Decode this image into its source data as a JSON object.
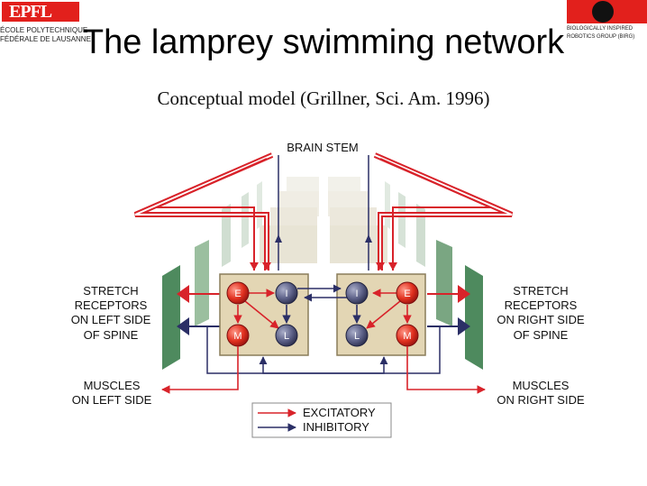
{
  "logos": {
    "left_mark": "EPFL",
    "left_line1": "ÉCOLE POLYTECHNIQUE",
    "left_line2": "FÉDÉRALE DE LAUSANNE",
    "right_line1": "BIOLOGICALLY INSPIRED",
    "right_line2": "ROBOTICS GROUP (BIRG)"
  },
  "title": "The lamprey swimming network",
  "subtitle": "Conceptual model (Grillner, Sci. Am. 1996)",
  "diagram": {
    "brain_stem": "BRAIN STEM",
    "left_receptors": [
      "STRETCH",
      "RECEPTORS",
      "ON LEFT SIDE",
      "OF SPINE"
    ],
    "right_receptors": [
      "STRETCH",
      "RECEPTORS",
      "ON RIGHT SIDE",
      "OF SPINE"
    ],
    "left_muscles": [
      "MUSCLES",
      "ON LEFT SIDE"
    ],
    "right_muscles": [
      "MUSCLES",
      "ON RIGHT SIDE"
    ],
    "nodes": {
      "e": "E",
      "i": "I",
      "m": "M",
      "l": "L"
    },
    "legend": {
      "excitatory": "EXCITATORY",
      "inhibitory": "INHIBITORY"
    },
    "colors": {
      "excitatory": "#d8232a",
      "inhibitory": "#2b2f66",
      "box": "#e3d6b4",
      "receptor": "#4e8a5e"
    }
  }
}
